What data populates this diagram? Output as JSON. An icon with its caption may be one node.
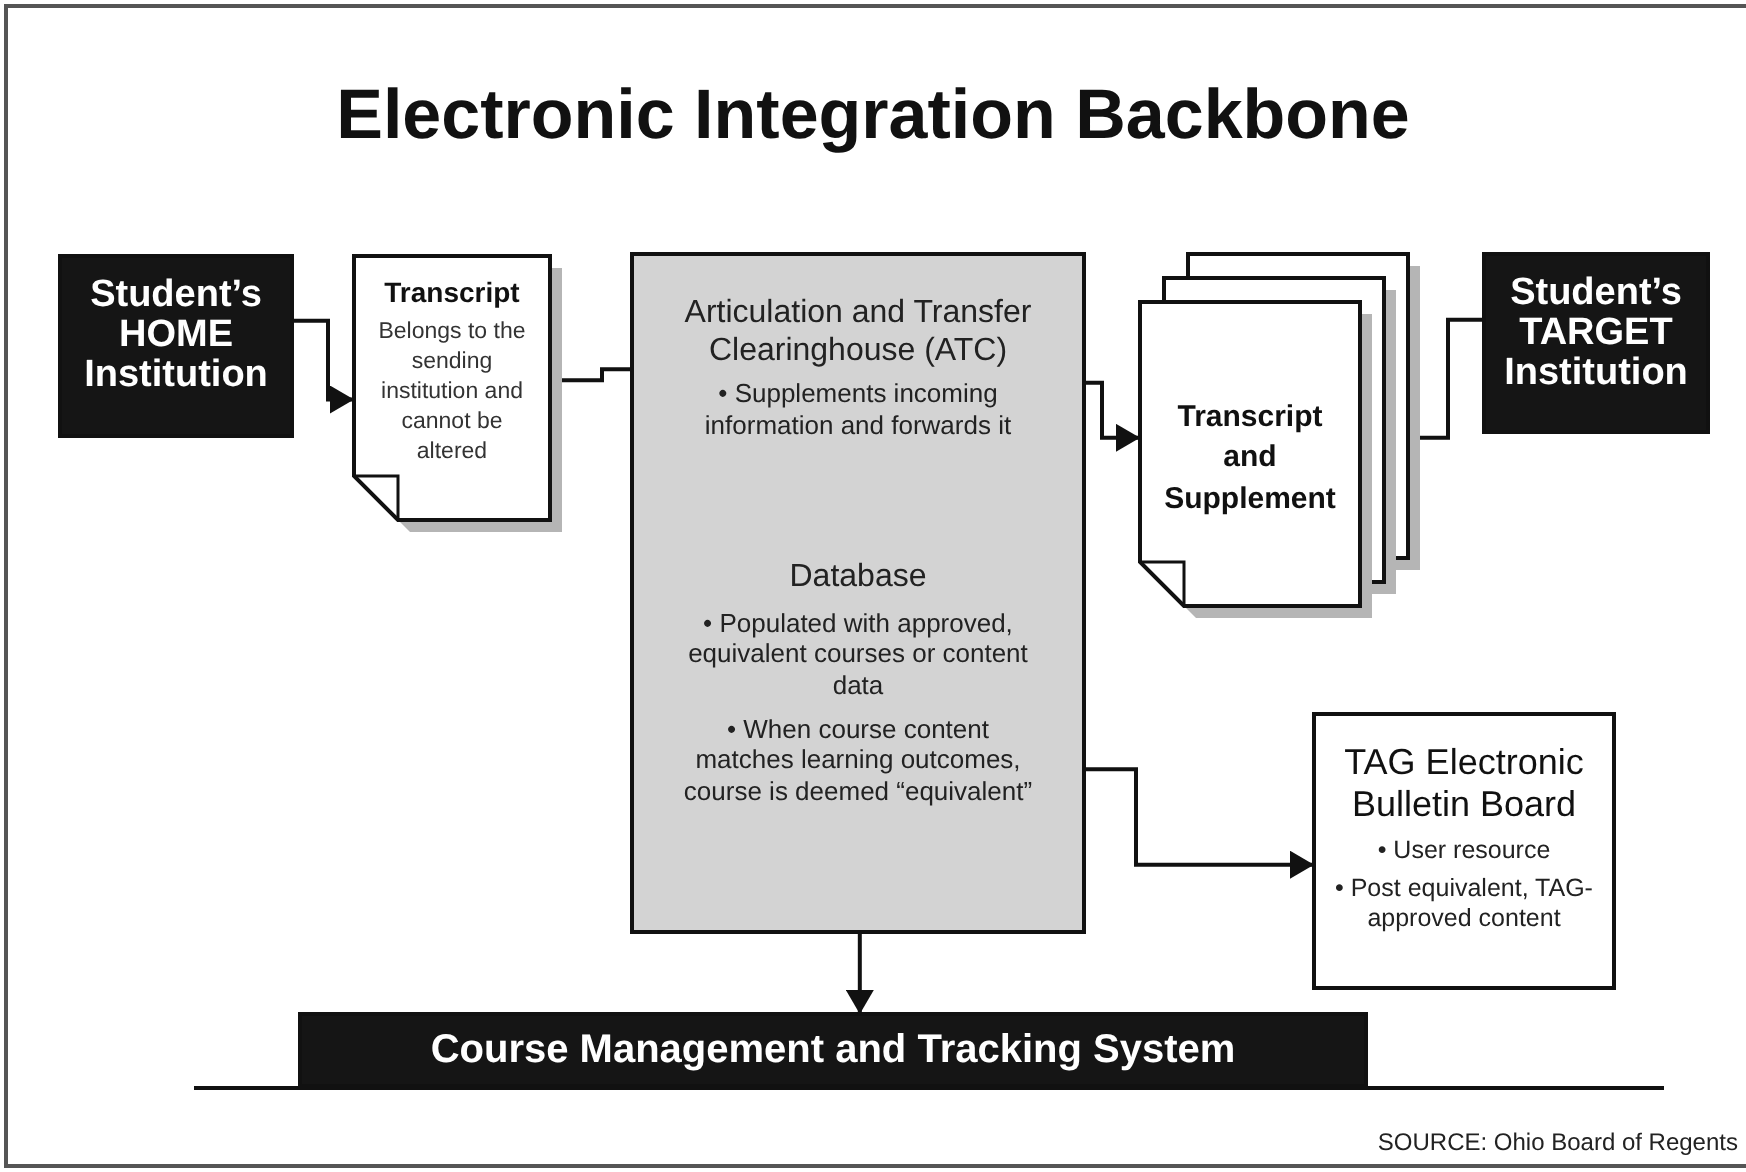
{
  "diagram": {
    "title": "Electronic Integration Backbone",
    "nodes": [
      {
        "text": [
          "Student’s HOME Institution"
        ]
      },
      {
        "text": [
          "Transcript",
          "Belongs to the sending institution and cannot be altered"
        ]
      },
      {
        "text": [
          "Articulation and Transfer Clearinghouse (ATC)",
          "• Supplements incoming information and forwards it",
          "Database",
          "• Populated with approved, equivalent courses or content data",
          "• When course content matches learning outcomes, course is deemed “equivalent”"
        ]
      },
      {
        "text": [
          "Transcript and Supplement"
        ]
      },
      {
        "text": [
          "Student’s TARGET Institution"
        ]
      },
      {
        "text": [
          "TAG Electronic Bulletin Board",
          "• User resource",
          "• Post equivalent, TAG-approved content"
        ]
      },
      {
        "text": [
          "Course Management and Tracking System"
        ]
      }
    ],
    "edges": [
      {
        "from": 0,
        "to": 1,
        "arrow": "to"
      },
      {
        "from": 1,
        "to": 2,
        "arrow": "none"
      },
      {
        "from": 2,
        "to": 3,
        "arrow": "to"
      },
      {
        "from": 3,
        "to": 4,
        "arrow": "none"
      },
      {
        "from": 2,
        "to": 5,
        "arrow": "to"
      },
      {
        "from": 2,
        "to": 6,
        "arrow": "to"
      }
    ],
    "labels": [
      "SOURCE: Ohio Board of Regents"
    ]
  }
}
